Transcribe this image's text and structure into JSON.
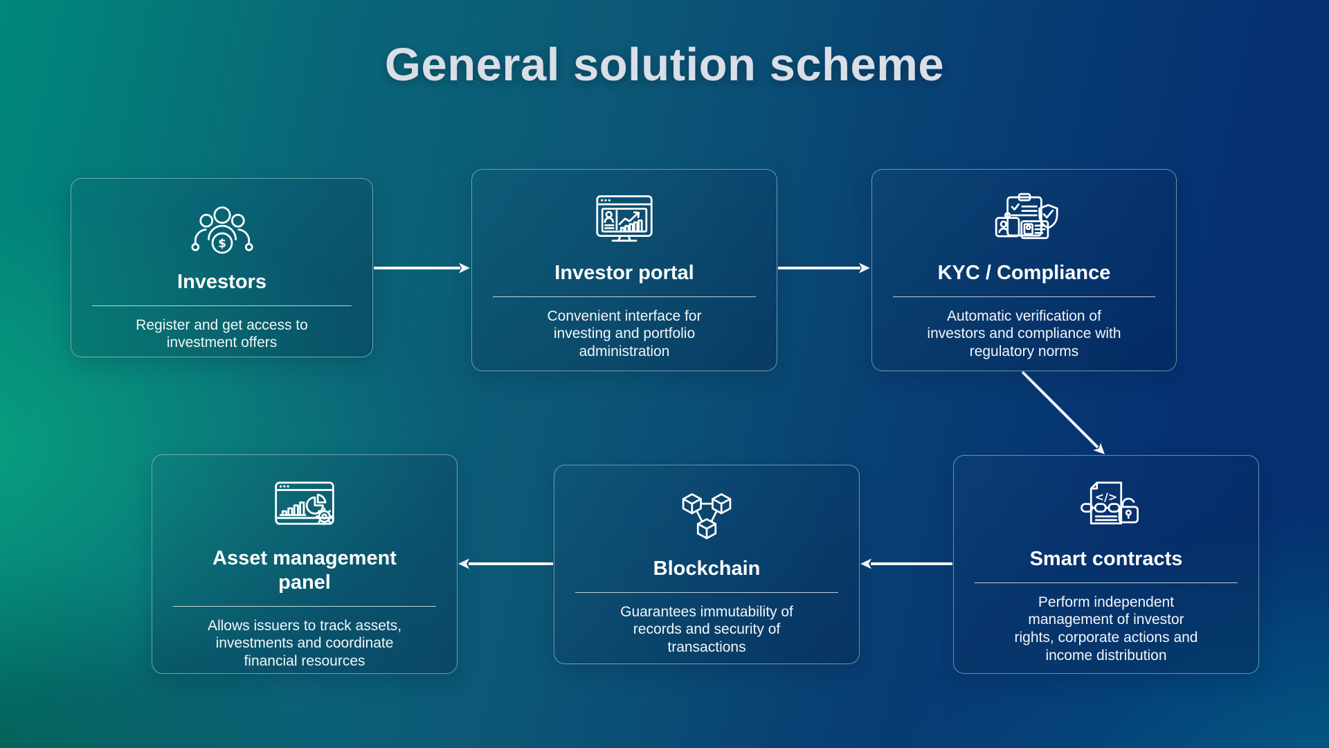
{
  "title": "General solution scheme",
  "background": {
    "top_left_color": "#00877A",
    "mid_left_glow_color": "#0CA881",
    "bottom_left_color": "#07614F",
    "top_right_color": "#04306E",
    "bottom_right_color": "#015D78"
  },
  "style": {
    "card_border_color": "#BEE2E0",
    "card_fill_overlay": "rgba(4,22,54,0.26)",
    "title_color": "#D9DEE7",
    "card_text_color": "#FFFFFF",
    "arrow_color": "#FFFFFF"
  },
  "nodes": [
    {
      "id": "investors",
      "title": "Investors",
      "icon": "investors-group-dollar-icon",
      "description": "Register and get access to investment offers",
      "description_lines": [
        "Register and get access to",
        "investment offers"
      ]
    },
    {
      "id": "investor-portal",
      "title": "Investor portal",
      "icon": "monitor-dashboard-icon",
      "description": "Convenient interface for investing and portfolio administration",
      "description_lines": [
        "Convenient interface for",
        "investing and portfolio",
        "administration"
      ]
    },
    {
      "id": "kyc-compliance",
      "title": "KYC / Compliance",
      "icon": "id-verification-shield-icon",
      "description": "Automatic verification of investors and compliance with regulatory norms",
      "description_lines": [
        "Automatic verification of",
        "investors and compliance with",
        "regulatory norms"
      ]
    },
    {
      "id": "smart-contracts",
      "title": "Smart contracts",
      "icon": "contract-code-lock-icon",
      "description": "Perform independent management of investor rights, corporate actions and income distribution",
      "description_lines": [
        "Perform independent",
        "management of investor",
        "rights, corporate actions and",
        "income distribution"
      ]
    },
    {
      "id": "blockchain",
      "title": "Blockchain",
      "icon": "linked-cubes-icon",
      "description": "Guarantees immutability of records and security of transactions",
      "description_lines": [
        "Guarantees immutability of",
        "records and security of",
        "transactions"
      ]
    },
    {
      "id": "asset-management-panel",
      "title": "Asset management panel",
      "icon": "dashboard-pie-gear-icon",
      "description": "Allows issuers to track assets, investments and coordinate financial resources",
      "description_lines": [
        "Allows issuers to track assets,",
        "investments and coordinate",
        "financial resources"
      ]
    }
  ],
  "edges": [
    {
      "from": "investors",
      "to": "investor-portal",
      "direction": "right"
    },
    {
      "from": "investor-portal",
      "to": "kyc-compliance",
      "direction": "right"
    },
    {
      "from": "kyc-compliance",
      "to": "smart-contracts",
      "direction": "down-right"
    },
    {
      "from": "smart-contracts",
      "to": "blockchain",
      "direction": "left"
    },
    {
      "from": "blockchain",
      "to": "asset-management-panel",
      "direction": "left"
    }
  ]
}
